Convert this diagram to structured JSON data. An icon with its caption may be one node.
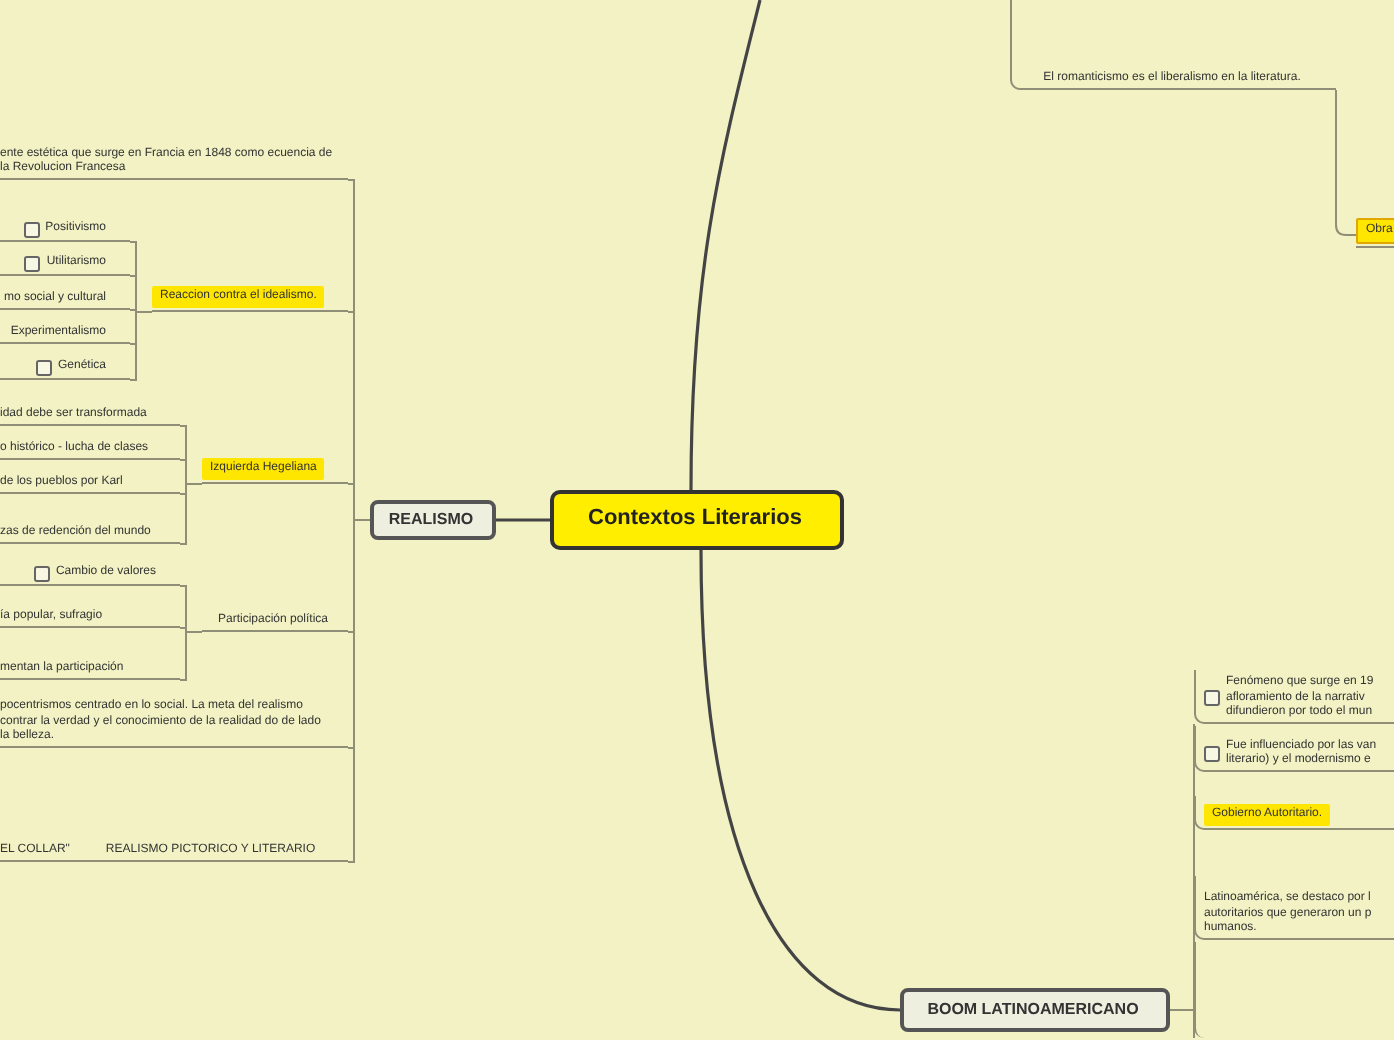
{
  "diagram": {
    "nodes": [
      {
        "text": [
          "Contextos Literarios"
        ]
      },
      {
        "text": [
          "REALISMO"
        ]
      },
      {
        "text": [
          "BOOM LATINOAMERICANO"
        ]
      },
      {
        "text": [
          "ente estética que surge en Francia en 1848 como ecuencia de la Revolucion Francesa"
        ]
      },
      {
        "text": [
          "Reaccion contra el idealismo."
        ]
      },
      {
        "text": [
          "Positivismo"
        ]
      },
      {
        "text": [
          "Utilitarismo"
        ]
      },
      {
        "text": [
          "mo social y cultural"
        ]
      },
      {
        "text": [
          "Experimentalismo"
        ]
      },
      {
        "text": [
          "Genética"
        ]
      },
      {
        "text": [
          "Izquierda Hegeliana"
        ]
      },
      {
        "text": [
          "idad debe ser transformada"
        ]
      },
      {
        "text": [
          "o histórico - lucha de clases"
        ]
      },
      {
        "text": [
          "de los pueblos por Karl"
        ]
      },
      {
        "text": [
          "zas de redención del mundo"
        ]
      },
      {
        "text": [
          "Participación política"
        ]
      },
      {
        "text": [
          "Cambio de valores"
        ]
      },
      {
        "text": [
          "ía popular, sufragio"
        ]
      },
      {
        "text": [
          "mentan la participación"
        ]
      },
      {
        "text": [
          "pocentrismos centrado en lo social. La meta del realismo contrar la verdad y el conocimiento de la realidad do de lado la belleza."
        ]
      },
      {
        "text": [
          "EL COLLAR\"",
          "REALISMO PICTORICO Y LITERARIO"
        ]
      },
      {
        "text": [
          "El romanticismo es el liberalismo en la literatura."
        ]
      },
      {
        "text": [
          "Obra"
        ]
      },
      {
        "text": [
          "Fenómeno que surge en 19 afloramiento de la narrativ difundieron por todo el mun"
        ]
      },
      {
        "text": [
          "Fue influenciado por las van literario) y el modernismo e"
        ]
      },
      {
        "text": [
          "Gobierno Autoritario."
        ]
      },
      {
        "text": [
          "Latinoamérica, se destaco por l autoritarios que generaron un p humanos."
        ]
      },
      {
        "text": [],
        "shape": "box"
      }
    ],
    "edges": [
      {
        "from": 0,
        "to": 1,
        "arrow": "none"
      },
      {
        "from": 0,
        "to": 2,
        "arrow": "none"
      },
      {
        "from": 0,
        "to": null,
        "arrow": "none"
      },
      {
        "from": 1,
        "to": 3,
        "arrow": "none"
      },
      {
        "from": 1,
        "to": 4,
        "arrow": "none"
      },
      {
        "from": 1,
        "to": 10,
        "arrow": "none"
      },
      {
        "from": 1,
        "to": 15,
        "arrow": "none"
      },
      {
        "from": 1,
        "to": 19,
        "arrow": "none"
      },
      {
        "from": 1,
        "to": 20,
        "arrow": "none"
      },
      {
        "from": 4,
        "to": 5,
        "arrow": "none"
      },
      {
        "from": 4,
        "to": 6,
        "arrow": "none"
      },
      {
        "from": 4,
        "to": 7,
        "arrow": "none"
      },
      {
        "from": 4,
        "to": 8,
        "arrow": "none"
      },
      {
        "from": 4,
        "to": 9,
        "arrow": "none"
      },
      {
        "from": 10,
        "to": 11,
        "arrow": "none"
      },
      {
        "from": 10,
        "to": 12,
        "arrow": "none"
      },
      {
        "from": 10,
        "to": 13,
        "arrow": "none"
      },
      {
        "from": 10,
        "to": 14,
        "arrow": "none"
      },
      {
        "from": 15,
        "to": 16,
        "arrow": "none"
      },
      {
        "from": 15,
        "to": 17,
        "arrow": "none"
      },
      {
        "from": 15,
        "to": 18,
        "arrow": "none"
      },
      {
        "from": 21,
        "to": 22,
        "arrow": "none"
      },
      {
        "from": 2,
        "to": 23,
        "arrow": "none"
      },
      {
        "from": 2,
        "to": 24,
        "arrow": "none"
      },
      {
        "from": 2,
        "to": 25,
        "arrow": "none"
      },
      {
        "from": 2,
        "to": 26,
        "arrow": "none"
      },
      {
        "from": 2,
        "to": 27,
        "arrow": "none"
      }
    ]
  }
}
